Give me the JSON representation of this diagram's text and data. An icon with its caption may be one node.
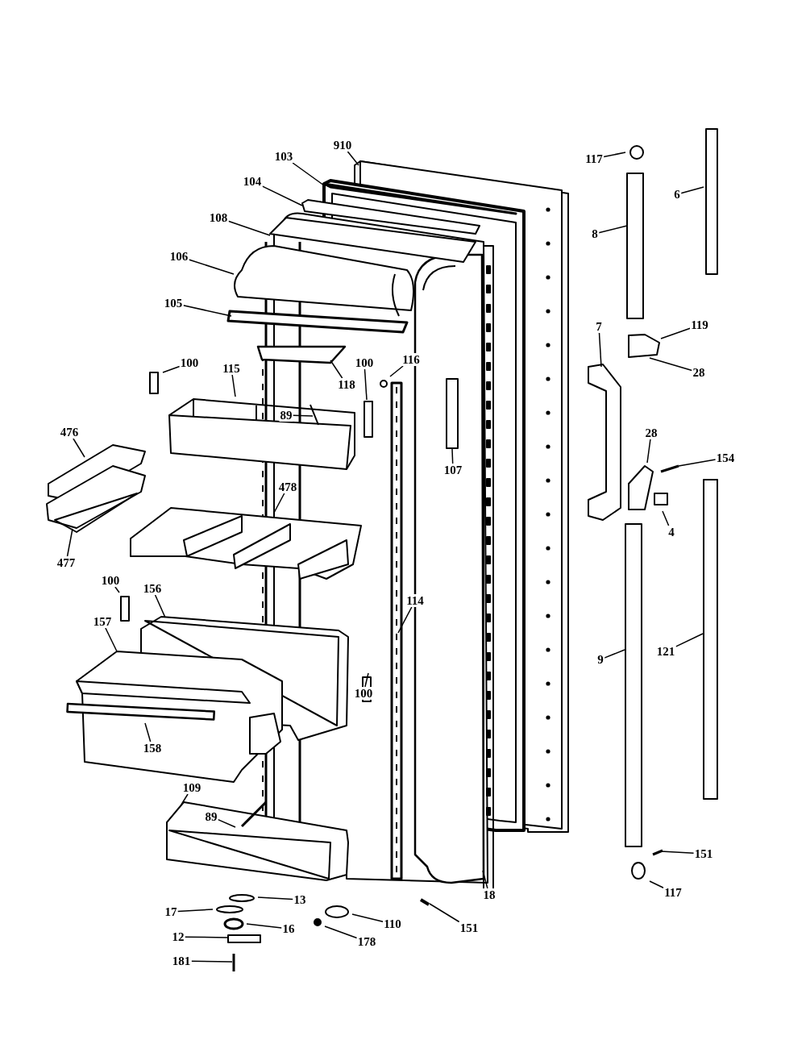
{
  "diagram": {
    "nodes": [
      {
        "text": [
          "910"
        ]
      },
      {
        "text": [
          "103"
        ]
      },
      {
        "text": [
          "104"
        ]
      },
      {
        "text": [
          "108"
        ]
      },
      {
        "text": [
          "106"
        ]
      },
      {
        "text": [
          "105"
        ]
      },
      {
        "text": [
          "118"
        ]
      },
      {
        "text": [
          "100"
        ]
      },
      {
        "text": [
          "115"
        ]
      },
      {
        "text": [
          "89"
        ]
      },
      {
        "text": [
          "100"
        ]
      },
      {
        "text": [
          "116"
        ]
      },
      {
        "text": [
          "107"
        ]
      },
      {
        "text": [
          "476"
        ]
      },
      {
        "text": [
          "478"
        ]
      },
      {
        "text": [
          "477"
        ]
      },
      {
        "text": [
          "100"
        ]
      },
      {
        "text": [
          "156"
        ]
      },
      {
        "text": [
          "157"
        ]
      },
      {
        "text": [
          "114"
        ]
      },
      {
        "text": [
          "100"
        ]
      },
      {
        "text": [
          "158"
        ]
      },
      {
        "text": [
          "109"
        ]
      },
      {
        "text": [
          "89"
        ]
      },
      {
        "text": [
          "13"
        ]
      },
      {
        "text": [
          "17"
        ]
      },
      {
        "text": [
          "16"
        ]
      },
      {
        "text": [
          "12"
        ]
      },
      {
        "text": [
          "181"
        ]
      },
      {
        "text": [
          "110"
        ]
      },
      {
        "text": [
          "178"
        ]
      },
      {
        "text": [
          "151"
        ]
      },
      {
        "text": [
          "18"
        ]
      },
      {
        "text": [
          "117"
        ]
      },
      {
        "text": [
          "6"
        ]
      },
      {
        "text": [
          "8"
        ]
      },
      {
        "text": [
          "119"
        ]
      },
      {
        "text": [
          "28"
        ]
      },
      {
        "text": [
          "7"
        ]
      },
      {
        "text": [
          "28"
        ]
      },
      {
        "text": [
          "154"
        ]
      },
      {
        "text": [
          "4"
        ]
      },
      {
        "text": [
          "9"
        ]
      },
      {
        "text": [
          "121"
        ]
      },
      {
        "text": [
          "151"
        ]
      },
      {
        "text": [
          "117"
        ]
      }
    ],
    "edges": [
      {
        "from": 0,
        "to": null,
        "arrow": "none"
      },
      {
        "from": 1,
        "to": null,
        "arrow": "none"
      },
      {
        "from": 2,
        "to": null,
        "arrow": "none"
      },
      {
        "from": 3,
        "to": null,
        "arrow": "none"
      },
      {
        "from": 4,
        "to": null,
        "arrow": "none"
      },
      {
        "from": 5,
        "to": null,
        "arrow": "none"
      },
      {
        "from": 6,
        "to": null,
        "arrow": "none"
      },
      {
        "from": 7,
        "to": null,
        "arrow": "none"
      },
      {
        "from": 8,
        "to": null,
        "arrow": "none"
      },
      {
        "from": 9,
        "to": null,
        "arrow": "none"
      },
      {
        "from": 10,
        "to": null,
        "arrow": "none"
      },
      {
        "from": 11,
        "to": null,
        "arrow": "none"
      },
      {
        "from": 12,
        "to": null,
        "arrow": "none"
      },
      {
        "from": 13,
        "to": null,
        "arrow": "none"
      },
      {
        "from": 14,
        "to": null,
        "arrow": "none"
      },
      {
        "from": 15,
        "to": null,
        "arrow": "none"
      },
      {
        "from": 16,
        "to": null,
        "arrow": "none"
      },
      {
        "from": 17,
        "to": null,
        "arrow": "none"
      },
      {
        "from": 18,
        "to": null,
        "arrow": "none"
      },
      {
        "from": 19,
        "to": null,
        "arrow": "none"
      },
      {
        "from": 20,
        "to": null,
        "arrow": "none"
      },
      {
        "from": 21,
        "to": null,
        "arrow": "none"
      },
      {
        "from": 22,
        "to": null,
        "arrow": "none"
      },
      {
        "from": 23,
        "to": null,
        "arrow": "none"
      },
      {
        "from": 24,
        "to": null,
        "arrow": "none"
      },
      {
        "from": 25,
        "to": null,
        "arrow": "none"
      },
      {
        "from": 26,
        "to": null,
        "arrow": "none"
      },
      {
        "from": 27,
        "to": null,
        "arrow": "none"
      },
      {
        "from": 28,
        "to": null,
        "arrow": "none"
      },
      {
        "from": 29,
        "to": null,
        "arrow": "none"
      },
      {
        "from": 30,
        "to": null,
        "arrow": "none"
      },
      {
        "from": 31,
        "to": null,
        "arrow": "none"
      },
      {
        "from": 32,
        "to": null,
        "arrow": "none"
      },
      {
        "from": 33,
        "to": null,
        "arrow": "none"
      },
      {
        "from": 34,
        "to": null,
        "arrow": "none"
      },
      {
        "from": 35,
        "to": null,
        "arrow": "none"
      },
      {
        "from": 36,
        "to": null,
        "arrow": "none"
      },
      {
        "from": 37,
        "to": null,
        "arrow": "none"
      },
      {
        "from": 38,
        "to": null,
        "arrow": "none"
      },
      {
        "from": 39,
        "to": null,
        "arrow": "none"
      },
      {
        "from": 40,
        "to": null,
        "arrow": "none"
      },
      {
        "from": 41,
        "to": null,
        "arrow": "none"
      },
      {
        "from": 42,
        "to": null,
        "arrow": "none"
      },
      {
        "from": 43,
        "to": null,
        "arrow": "none"
      },
      {
        "from": 44,
        "to": null,
        "arrow": "none"
      },
      {
        "from": 45,
        "to": null,
        "arrow": "none"
      }
    ]
  }
}
